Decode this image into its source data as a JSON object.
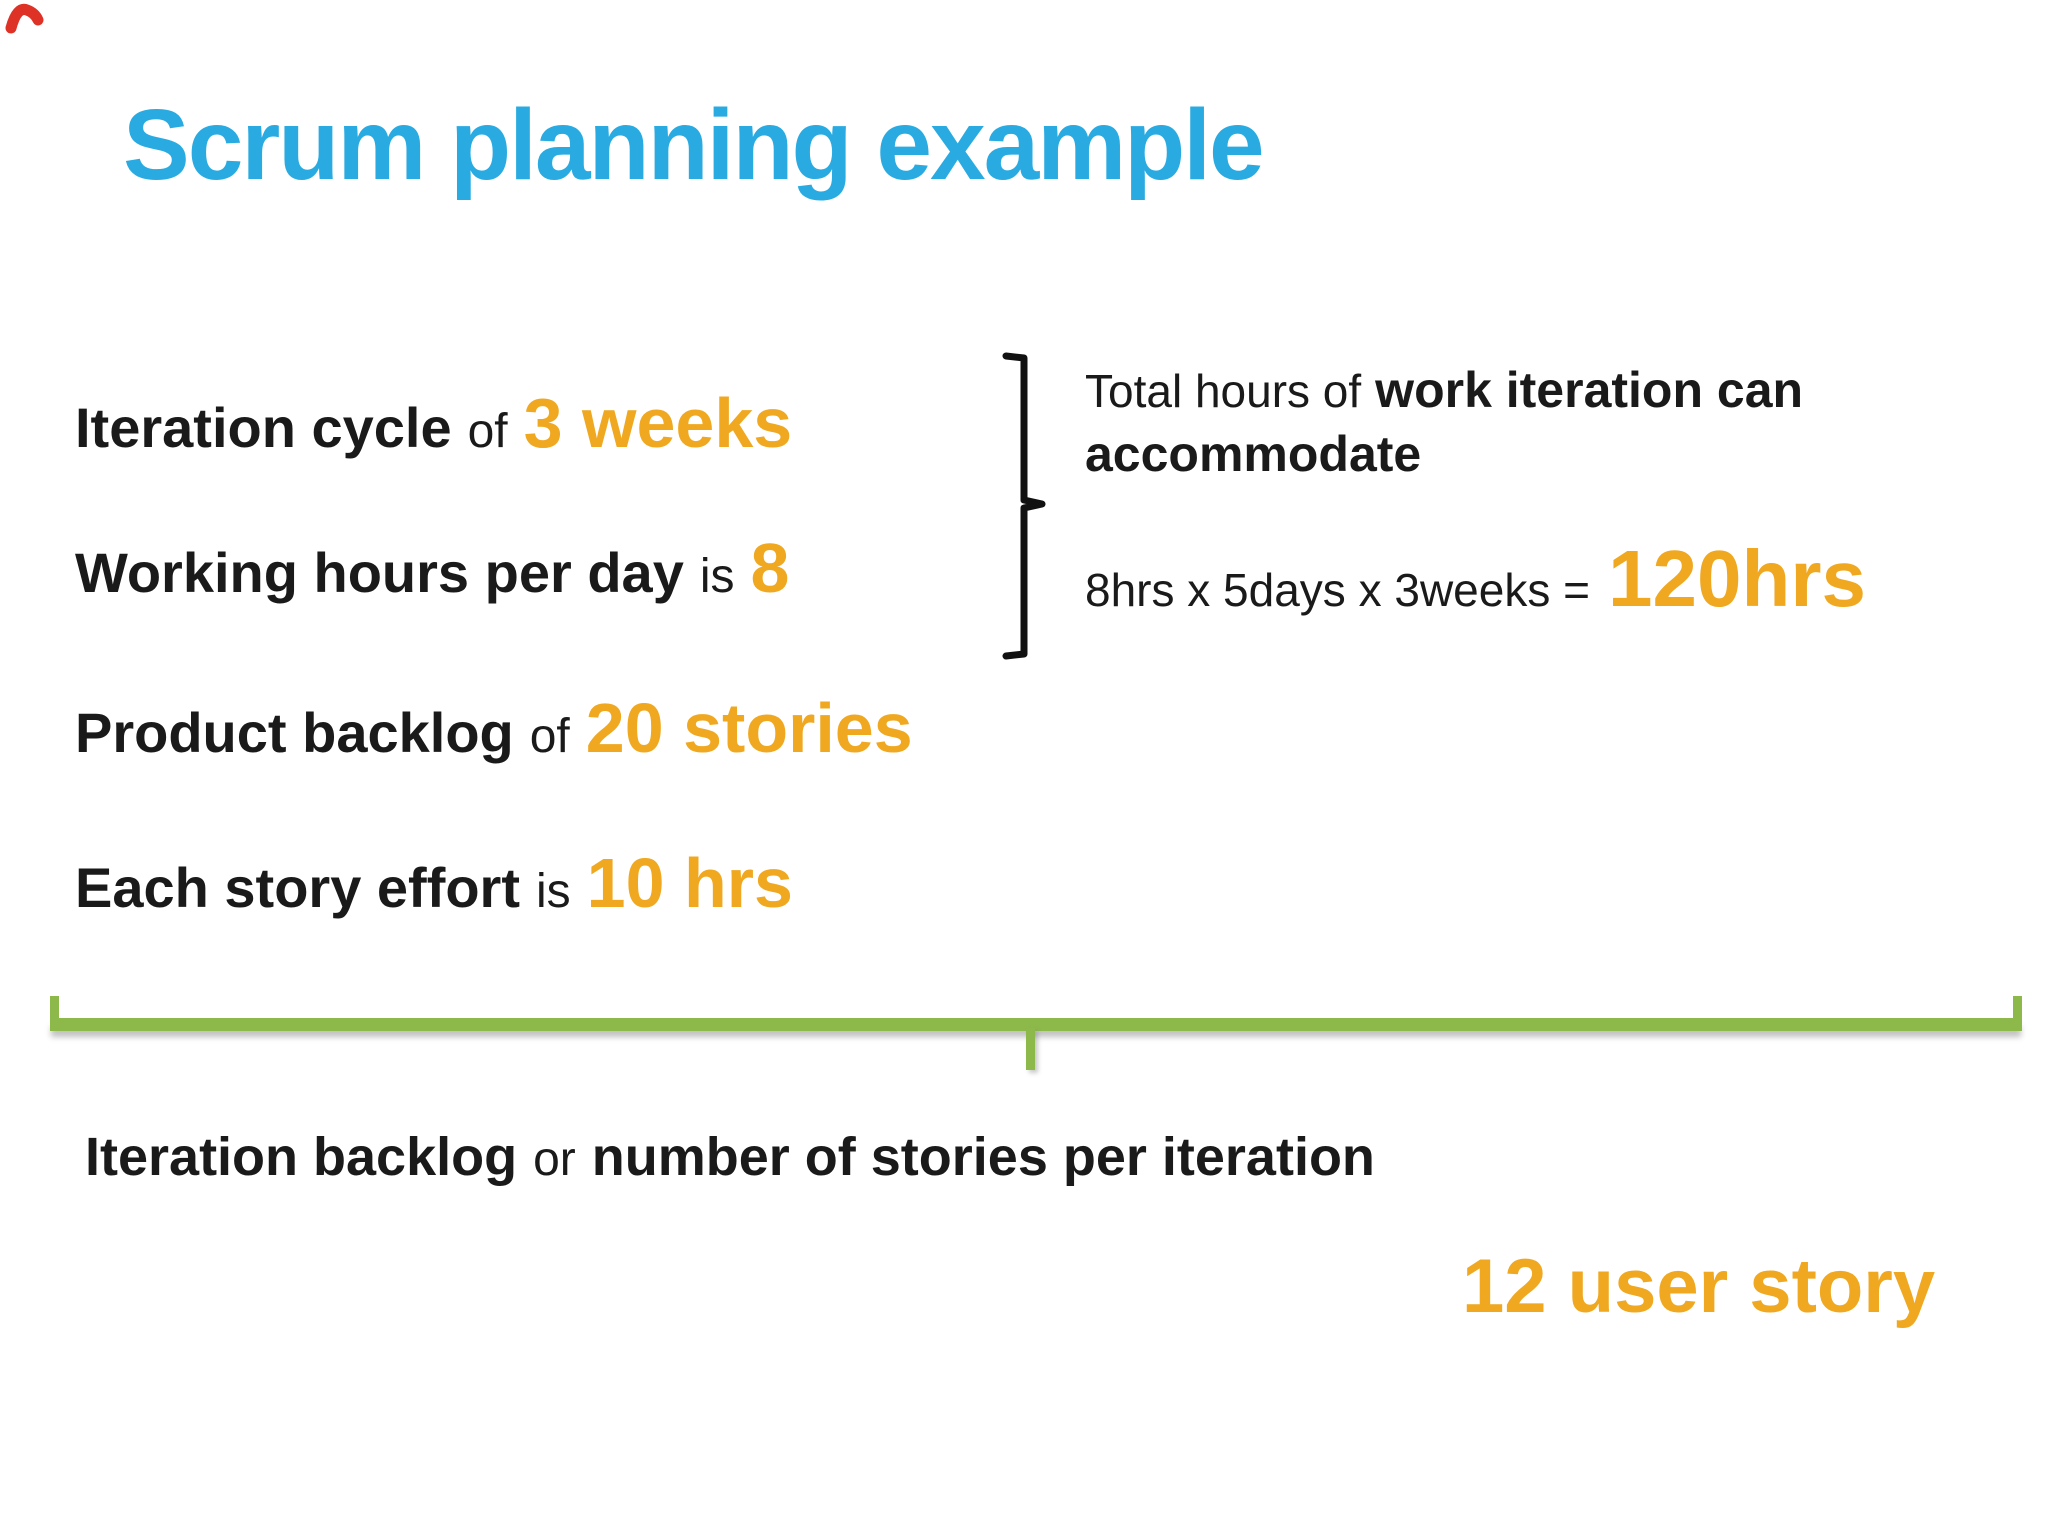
{
  "slide": {
    "title": "Scrum planning example",
    "colors": {
      "title_blue": "#29ABE2",
      "accent_orange": "#EFA820",
      "text_black": "#1a1a1a",
      "brace_green": "#8DB94B",
      "corner_mark_red": "#DF3226"
    },
    "icons": {
      "right_brace": "squared right curly brace grouping first two facts",
      "down_brace": "green horizontal brace pointing down to conclusion",
      "corner_mark": "small red pen mark"
    }
  },
  "facts": [
    {
      "label": "Iteration cycle",
      "connector": "of",
      "value": "3 weeks"
    },
    {
      "label": "Working hours per day",
      "connector": "is",
      "value": "8"
    },
    {
      "label": "Product backlog",
      "connector": "of",
      "value": "20 stories"
    },
    {
      "label": "Each story effort",
      "connector": "is",
      "value": "10 hrs"
    }
  ],
  "total_note": {
    "prefix": "Total hours of",
    "emphasis": "work iteration can accommodate",
    "formula": "8hrs x 5days x 3weeks =",
    "result": "120hrs"
  },
  "conclusion": {
    "label": "Iteration backlog",
    "connector": "or",
    "description": "number of stories per iteration",
    "result": "12 user story"
  }
}
